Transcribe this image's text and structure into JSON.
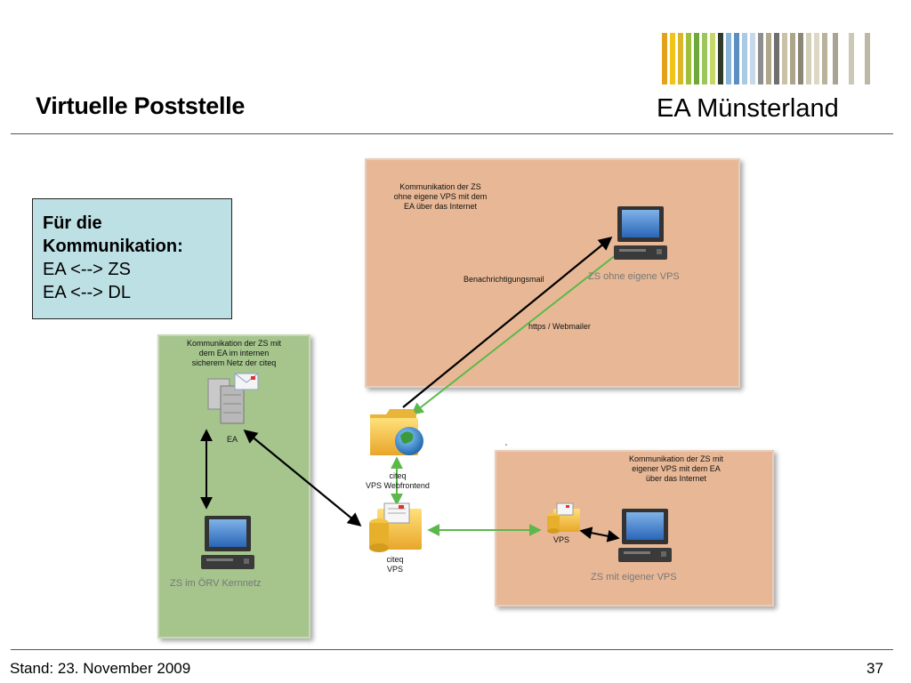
{
  "slide": {
    "title": "Virtuelle Poststelle",
    "brand": "EA Münsterland",
    "footer_left": "Stand: 23. November 2009",
    "page_number": "37"
  },
  "infobox": {
    "line1": "Für die",
    "line2": "Kommunikation:",
    "line3": "EA <--> ZS",
    "line4": "EA <--> DL"
  },
  "panels": {
    "internet": {
      "caption_1": "Kommunikation der ZS",
      "caption_2": "ohne eigene VPS mit dem",
      "caption_3": "EA über das Internet",
      "computer_label": "ZS ohne eigene VPS"
    },
    "own_vps": {
      "caption_1": "Kommunikation der ZS mit",
      "caption_2": "eigener VPS mit dem EA",
      "caption_3": "über das Internet",
      "vps_label": "VPS",
      "computer_label": "ZS mit eigener VPS"
    },
    "intern": {
      "caption_1": "Kommunikation der ZS mit",
      "caption_2": "dem EA im internen",
      "caption_3": "sicherem Netz der citeq",
      "server_label": "EA",
      "computer_label": "ZS im ÖRV Kernnetz"
    }
  },
  "nodes": {
    "webfrontend_label_1": "citeq",
    "webfrontend_label_2": "VPS Webfrontend",
    "citeq_vps_label_1": "citeq",
    "citeq_vps_label_2": "VPS"
  },
  "edges": {
    "notification": "Benachrichtigungsmail",
    "webmailer": "https / Webmailer"
  },
  "colors": {
    "panel_orange": "#e8b896",
    "panel_green": "#a5c58d",
    "infobox_bg": "#bde0e5",
    "arrow_green": "#5cb84a",
    "arrow_black": "#000000"
  }
}
